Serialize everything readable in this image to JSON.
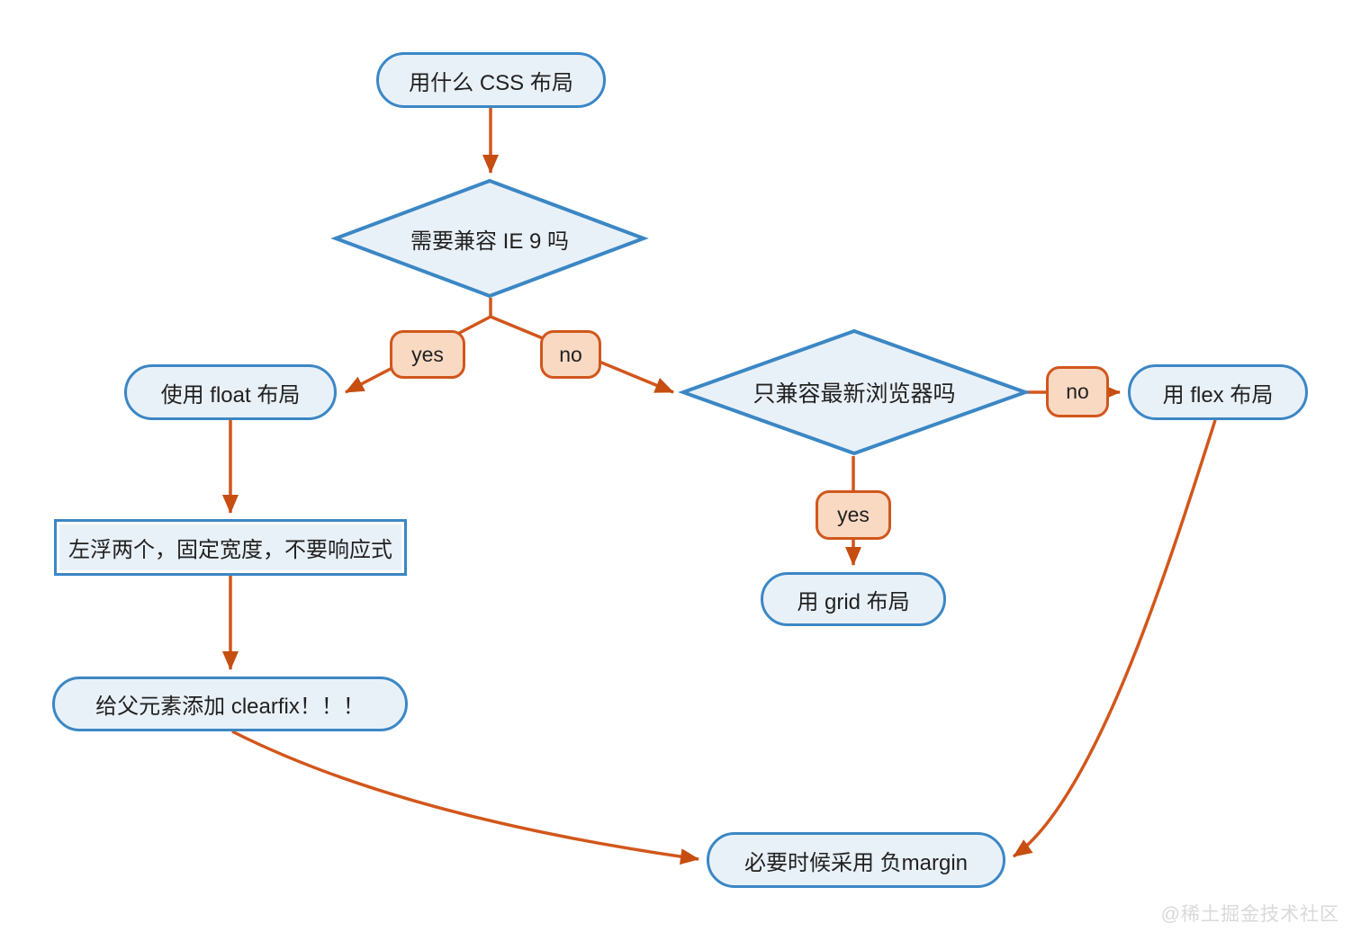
{
  "title": "CSS layout decision flowchart",
  "colors": {
    "background": "#ffffff",
    "node_fill": "#e9f1f8",
    "node_border": "#3b87c5",
    "edge_line": "#d2561b",
    "arrowhead": "#c64e10",
    "label_fill": "#f9d9c2",
    "label_border": "#d0571d",
    "text": "#212121",
    "watermark": "#d9d9d9"
  },
  "nodes": {
    "start": {
      "label": "用什么 CSS 布局",
      "shape": "pill"
    },
    "decision_ie9": {
      "label": "需要兼容 IE 9 吗",
      "shape": "diamond"
    },
    "float_layout": {
      "label": "使用 float 布局",
      "shape": "pill"
    },
    "decision_modern": {
      "label": "只兼容最新浏览器吗",
      "shape": "diamond"
    },
    "flex_layout": {
      "label": "用 flex 布局",
      "shape": "pill"
    },
    "grid_layout": {
      "label": "用 grid 布局",
      "shape": "pill"
    },
    "float_detail": {
      "label": "左浮两个，固定宽度，不要响应式",
      "shape": "rect"
    },
    "clearfix": {
      "label": "给父元素添加 clearfix！！！",
      "shape": "pill"
    },
    "negative_margin": {
      "label": "必要时候采用 负margin",
      "shape": "pill"
    }
  },
  "edge_labels": {
    "ie9_yes": "yes",
    "ie9_no": "no",
    "modern_no": "no",
    "modern_yes": "yes"
  },
  "watermark": "@稀土掘金技术社区"
}
